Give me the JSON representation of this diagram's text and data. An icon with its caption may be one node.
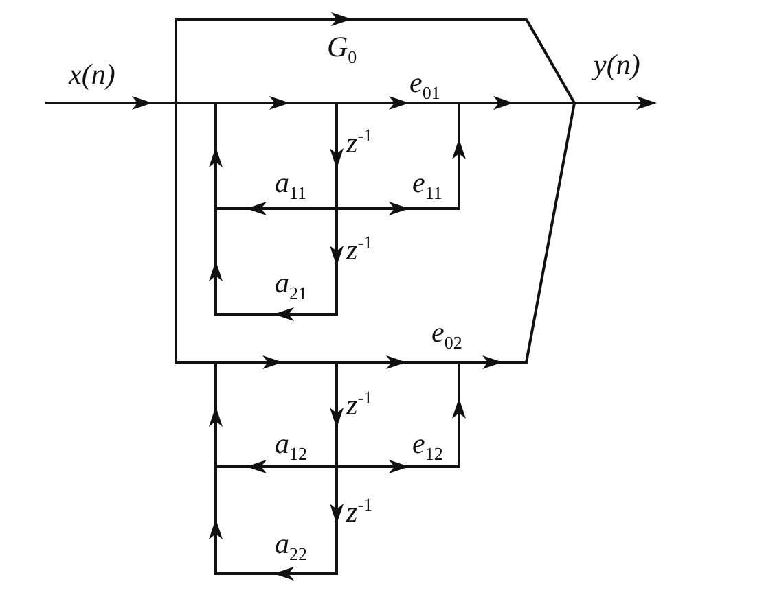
{
  "diagram": {
    "labels": [
      "x(n)",
      "G$_{0}$",
      "y(n)",
      "e$_{01}$",
      "z$^{-1}$",
      "a$_{11}$",
      "e$_{11}$",
      "z$^{-1}$",
      "a$_{21}$",
      "e$_{02}$",
      "z$^{-1}$",
      "a$_{12}$",
      "e$_{12}$",
      "z$^{-1}$",
      "a$_{22}$"
    ]
  }
}
